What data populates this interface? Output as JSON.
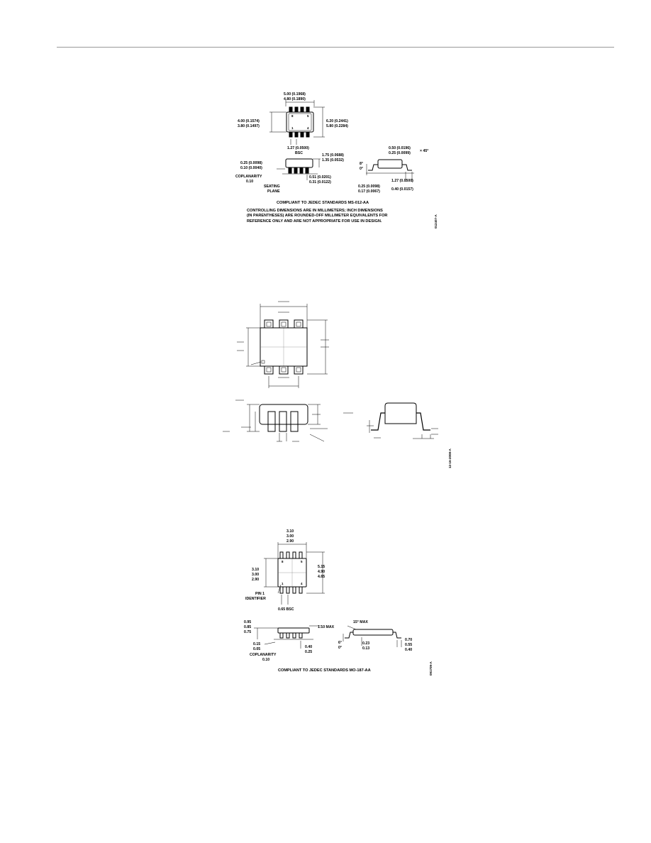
{
  "fig1": {
    "top_width": [
      "5.00 (0.1968)",
      "4.80 (0.1890)"
    ],
    "left_height": [
      "4.00 (0.1574)",
      "3.80 (0.1497)"
    ],
    "right_height": [
      "6.20 (0.2441)",
      "5.80 (0.2284)"
    ],
    "pin_8": "8",
    "pin_5": "5",
    "pin_1": "1",
    "pin_4": "4",
    "pitch": "1.27 (0.0500)",
    "pitch_bsc": "BSC",
    "standoff": [
      "0.25 (0.0098)",
      "0.10 (0.0040)"
    ],
    "height": [
      "1.75 (0.0688)",
      "1.35 (0.0532)"
    ],
    "coplanarity_label": "COPLANARITY",
    "coplanarity_value": "0.10",
    "seating_plane": [
      "SEATING",
      "PLANE"
    ],
    "lead_width": [
      "0.51 (0.0201)",
      "0.31 (0.0122)"
    ],
    "chamfer": [
      "0.50 (0.0196)",
      "0.25 (0.0099)"
    ],
    "chamfer_angle": "× 45°",
    "foot_angle": [
      "8°",
      "0°"
    ],
    "lead_thickness": [
      "0.25 (0.0098)",
      "0.17 (0.0067)"
    ],
    "foot_length": [
      "1.27 (0.0500)",
      "0.40 (0.0157)"
    ],
    "compliance": "COMPLIANT TO JEDEC STANDARDS MS-012-AA",
    "controlling_notes": [
      "CONTROLLING DIMENSIONS ARE IN MILLIMETERS; INCH DIMENSIONS",
      "(IN PARENTHESES) ARE ROUNDED-OFF MILLIMETER EQUIVALENTS FOR",
      "REFERENCE ONLY AND ARE NOT APPROPRIATE FOR USE IN DESIGN."
    ],
    "drawing_code": "012407-A"
  },
  "fig2": {
    "drawing_code": "12-16-2008-A"
  },
  "fig3": {
    "top_width": [
      "3.10",
      "3.00",
      "2.90"
    ],
    "left_height": [
      "3.10",
      "3.00",
      "2.90"
    ],
    "right_height": [
      "5.15",
      "4.90",
      "4.65"
    ],
    "pin_8": "8",
    "pin_5": "5",
    "pin_1": "1",
    "pin_4": "4",
    "pin1_identifier": [
      "PIN 1",
      "IDENTIFIER"
    ],
    "pitch": "0.65 BSC",
    "height_stack": [
      "0.95",
      "0.85",
      "0.75"
    ],
    "max_height": "1.10 MAX",
    "standoff": [
      "0.15",
      "0.05"
    ],
    "coplanarity_label": "COPLANARITY",
    "coplanarity_value": "0.10",
    "lead_width": [
      "0.40",
      "0.25"
    ],
    "top_angle": "15° MAX",
    "foot_angle": [
      "6°",
      "0°"
    ],
    "lead_thickness": [
      "0.23",
      "0.13"
    ],
    "foot_length": [
      "0.70",
      "0.55",
      "0.40"
    ],
    "compliance": "COMPLIANT TO JEDEC STANDARDS MO-187-AA",
    "drawing_code": "091709-A"
  }
}
